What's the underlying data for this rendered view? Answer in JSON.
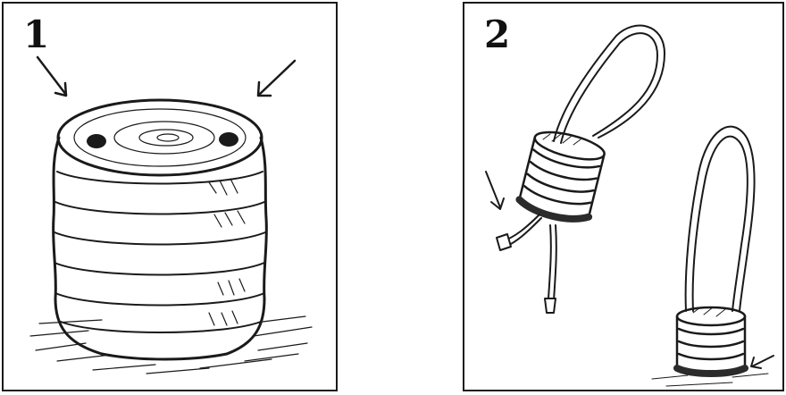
{
  "panels": [
    {
      "number": "1",
      "subject": "tin-can"
    },
    {
      "number": "2",
      "subject": "tin-can-stilts"
    }
  ],
  "colors": {
    "ink": "#1a1a1a",
    "background": "#ffffff",
    "dark_band": "#2b2b2b"
  }
}
